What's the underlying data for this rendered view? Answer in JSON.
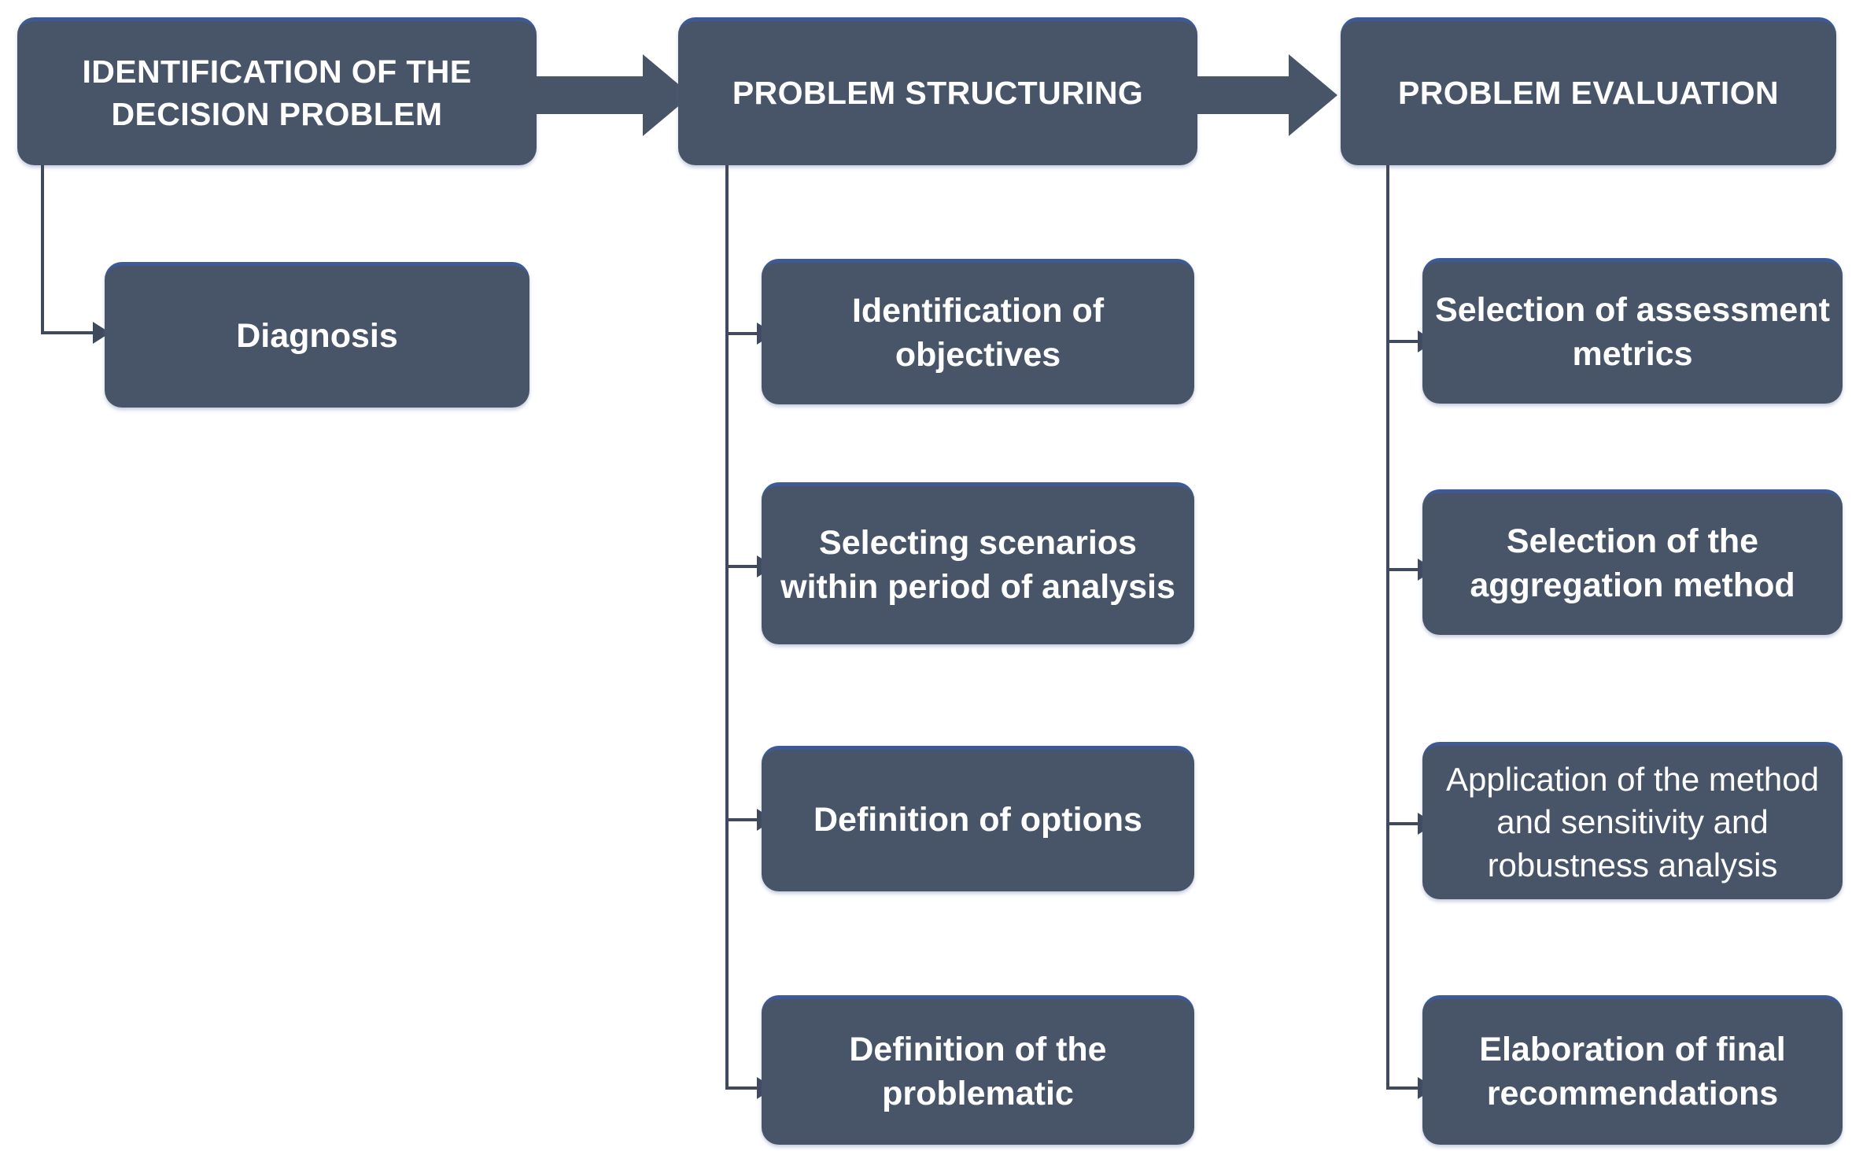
{
  "diagram": {
    "title": "Multi-criteria decision analysis process flowchart",
    "colors": {
      "node_fill": "#485569",
      "node_top_border": "#3d5a96",
      "connector": "#3f4a5e",
      "background": "#ffffff",
      "node_text": "#ffffff"
    },
    "columns": [
      {
        "id": "identification",
        "header": "IDENTIFICATION OF THE DECISION PROBLEM",
        "steps": [
          {
            "label": "Diagnosis"
          }
        ]
      },
      {
        "id": "structuring",
        "header": "PROBLEM STRUCTURING",
        "steps": [
          {
            "label": "Identification of objectives"
          },
          {
            "label": "Selecting scenarios within period of analysis"
          },
          {
            "label": "Definition of options"
          },
          {
            "label": "Definition of the problematic"
          }
        ]
      },
      {
        "id": "evaluation",
        "header": "PROBLEM EVALUATION",
        "steps": [
          {
            "label": "Selection of assessment metrics"
          },
          {
            "label": "Selection of the aggregation method"
          },
          {
            "label": "Application of the method and sensitivity and robustness analysis"
          },
          {
            "label": "Elaboration of  final recommendations"
          }
        ]
      }
    ],
    "connectors": [
      {
        "from": "identification",
        "to": "structuring",
        "type": "block-arrow-right"
      },
      {
        "from": "structuring",
        "to": "evaluation",
        "type": "block-arrow-right"
      }
    ]
  }
}
